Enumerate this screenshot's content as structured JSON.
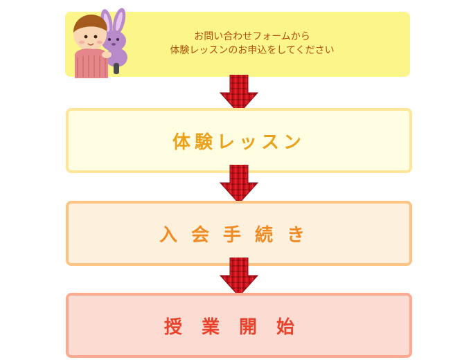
{
  "steps": [
    {
      "line1": "お問い合わせフォームから",
      "line2": "体験レッスンのお申込をしてください"
    },
    {
      "label": "体験レッスン"
    },
    {
      "label": "入会手続き"
    },
    {
      "label": "授業開始"
    }
  ],
  "colors": {
    "step1_bg": "#fbf58a",
    "step1_text": "#b04f0c",
    "step2_bg": "#fffde2",
    "step2_border": "#fde59a",
    "step2_text": "#e9a21c",
    "step3_bg": "#fdf1de",
    "step3_border": "#fdc384",
    "step3_text": "#f08a22",
    "step4_bg": "#fcdcd2",
    "step4_border": "#fba98f",
    "step4_text": "#e9412b",
    "arrow": "#c8102e"
  },
  "icons": {
    "illustration": "child-holding-bunny-icon",
    "arrow": "down-arrow-icon"
  }
}
